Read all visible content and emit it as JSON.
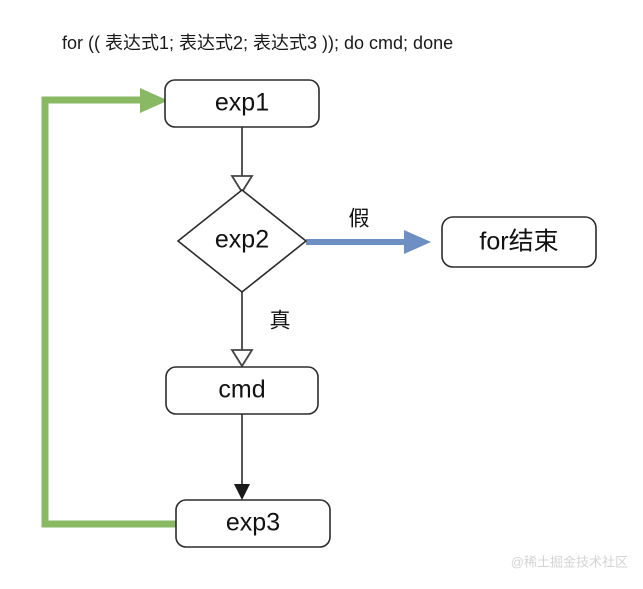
{
  "diagram": {
    "title": "for (( 表达式1; 表达式2; 表达式3 )); do cmd; done",
    "type": "flowchart",
    "watermark": "@稀土掘金技术社区",
    "colors": {
      "background": "#ffffff",
      "node_stroke": "#2b2b2b",
      "node_fill": "#ffffff",
      "text": "#111111",
      "loop_arrow_green": "#8ab963",
      "exit_arrow_blue": "#6d8fc4",
      "flow_arrow_black": "#444444",
      "watermark": "#d4d4d4"
    },
    "nodes": [
      {
        "id": "exp1",
        "label": "exp1",
        "shape": "rounded-rect"
      },
      {
        "id": "exp2",
        "label": "exp2",
        "shape": "diamond"
      },
      {
        "id": "for_end",
        "label": "for结束",
        "shape": "rounded-rect"
      },
      {
        "id": "cmd",
        "label": "cmd",
        "shape": "rounded-rect"
      },
      {
        "id": "exp3",
        "label": "exp3",
        "shape": "rounded-rect"
      }
    ],
    "edges": [
      {
        "id": "exp1-to-exp2",
        "from": "exp1",
        "to": "exp2",
        "label": "",
        "color": "#444444",
        "arrowhead": "hollow"
      },
      {
        "id": "exp2-to-forend",
        "from": "exp2",
        "to": "for_end",
        "label": "假",
        "color": "#6d8fc4",
        "arrowhead": "solid"
      },
      {
        "id": "exp2-to-cmd",
        "from": "exp2",
        "to": "cmd",
        "label": "真",
        "color": "#444444",
        "arrowhead": "hollow"
      },
      {
        "id": "cmd-to-exp3",
        "from": "cmd",
        "to": "exp3",
        "label": "",
        "color": "#1a1a1a",
        "arrowhead": "solid"
      },
      {
        "id": "exp3-to-exp1",
        "from": "exp3",
        "to": "exp1",
        "label": "",
        "color": "#8ab963",
        "arrowhead": "solid"
      }
    ],
    "labels": {
      "false_branch": "假",
      "true_branch": "真"
    }
  }
}
